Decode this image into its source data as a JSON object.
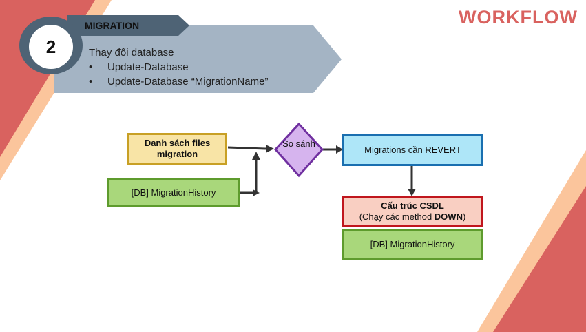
{
  "slide": {
    "title": "WORKFLOW",
    "step_number": "2",
    "section_label": "MIGRATION",
    "description": "Thay đổi database",
    "bullet_char": "•",
    "bullets": [
      "Update-Database",
      "Update-Database “MigrationName”"
    ]
  },
  "diagram": {
    "files_node": "Danh sách files migration",
    "history_node": "[DB] MigrationHistory",
    "compare_node": "So sánh",
    "revert_node": "Migrations cần REVERT",
    "structure_title": "Cấu trúc CSDL",
    "structure_note_prefix": "(Chạy các method ",
    "structure_note_bold": "DOWN",
    "structure_note_suffix": ")",
    "history_node_2": "[DB] MigrationHistory"
  },
  "colors": {
    "accent_red": "#d9625f",
    "accent_peach": "#fbc59c",
    "header_slate": "#4e6375",
    "header_gray": "#a4b4c4",
    "diamond_fill": "#d6b4ee",
    "diamond_border": "#7030a0",
    "arrow": "#333333"
  }
}
